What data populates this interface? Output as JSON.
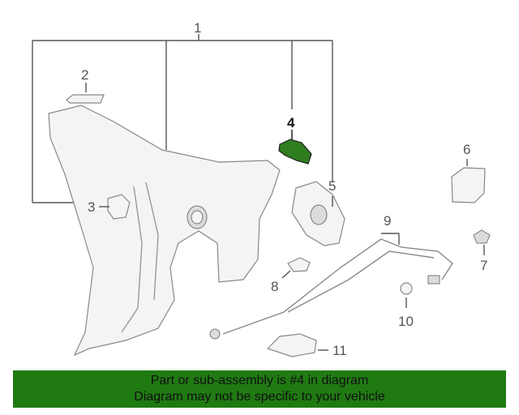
{
  "diagram": {
    "callouts": {
      "c1": "1",
      "c2": "2",
      "c3": "3",
      "c4": "4",
      "c5": "5",
      "c6": "6",
      "c7": "7",
      "c8": "8",
      "c9": "9",
      "c10": "10",
      "c11": "11"
    },
    "highlight_part": "4",
    "highlight_color": "#2e7d1e",
    "line_color": "#555555"
  },
  "footer": {
    "line1": "Part or sub-assembly is #4 in diagram",
    "line2": "Diagram may not be specific to your vehicle",
    "background": "#1f7a12"
  }
}
